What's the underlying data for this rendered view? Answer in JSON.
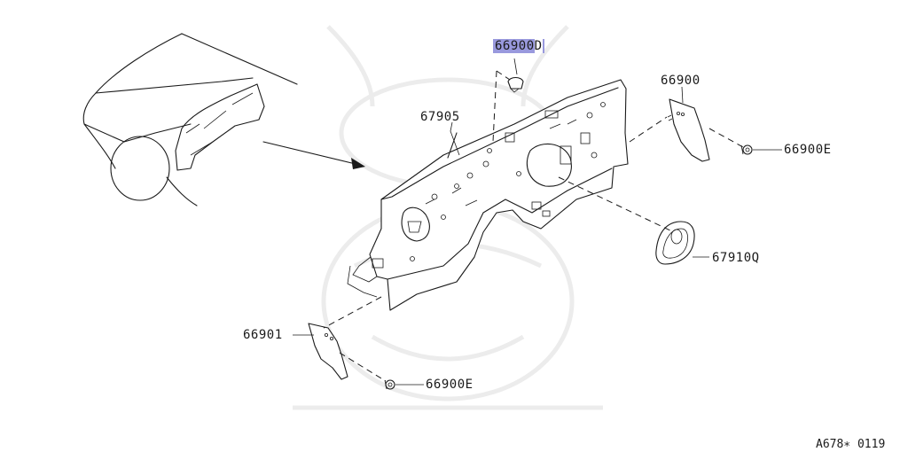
{
  "parts": [
    {
      "id": "p1",
      "number": "66900",
      "suffix": "D",
      "highlighted": true
    },
    {
      "id": "p2",
      "number": "67905"
    },
    {
      "id": "p3",
      "number": "66900"
    },
    {
      "id": "p4",
      "number": "66900E"
    },
    {
      "id": "p5",
      "number": "67910Q"
    },
    {
      "id": "p6",
      "number": "66901"
    },
    {
      "id": "p7",
      "number": "66900E"
    }
  ],
  "diagram_code": "A678∗ 0119",
  "colors": {
    "highlight": "#9999dd",
    "line": "#1a1a1a"
  }
}
